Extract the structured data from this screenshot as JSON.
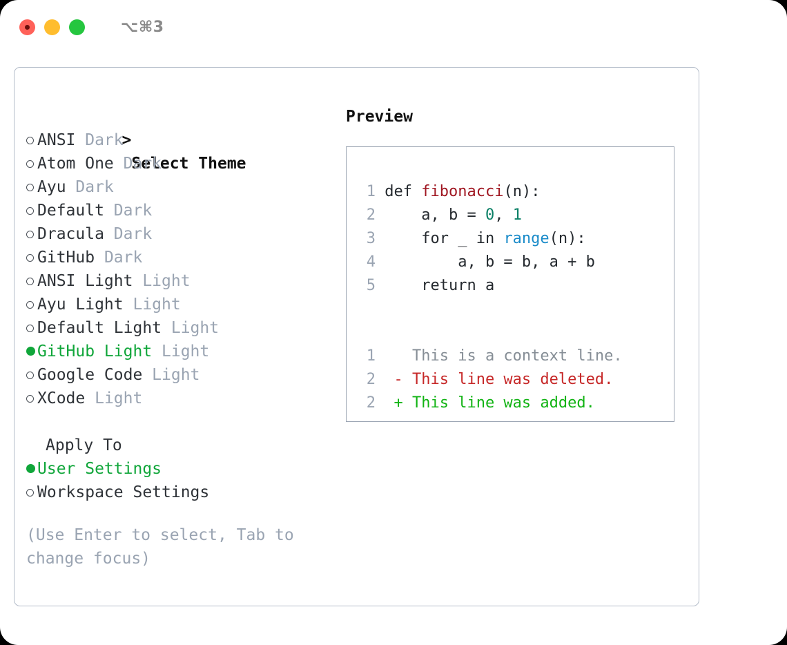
{
  "titlebar": {
    "shortcut": "⌥⌘3",
    "lights": [
      "close-red",
      "minimize-yellow",
      "zoom-green"
    ]
  },
  "colors": {
    "accent_green": "#10a63a",
    "muted": "#9aa4b2",
    "text": "#2f3338",
    "border": "#b3bcc9",
    "preview_border": "#9aa4b2",
    "syntax_function": "#a01722",
    "syntax_number": "#0b8066",
    "syntax_keyword": "#1a8bc9",
    "diff_added": "#11b313",
    "diff_deleted": "#c62828",
    "diff_context": "#868e96"
  },
  "theme_list": {
    "caret": ">",
    "header": "Select Theme",
    "items": [
      {
        "name": "ANSI",
        "variant": "Dark",
        "selected": false
      },
      {
        "name": "Atom One",
        "variant": "Dark",
        "selected": false
      },
      {
        "name": "Ayu",
        "variant": "Dark",
        "selected": false
      },
      {
        "name": "Default",
        "variant": "Dark",
        "selected": false
      },
      {
        "name": "Dracula",
        "variant": "Dark",
        "selected": false
      },
      {
        "name": "GitHub",
        "variant": "Dark",
        "selected": false
      },
      {
        "name": "ANSI Light",
        "variant": "Light",
        "selected": false
      },
      {
        "name": "Ayu Light",
        "variant": "Light",
        "selected": false
      },
      {
        "name": "Default Light",
        "variant": "Light",
        "selected": false
      },
      {
        "name": "GitHub Light",
        "variant": "Light",
        "selected": true
      },
      {
        "name": "Google Code",
        "variant": "Light",
        "selected": false
      },
      {
        "name": "XCode",
        "variant": "Light",
        "selected": false
      }
    ]
  },
  "apply_to": {
    "header": "Apply To",
    "items": [
      {
        "name": "User Settings",
        "selected": true
      },
      {
        "name": "Workspace Settings",
        "selected": false
      }
    ]
  },
  "hint": "(Use Enter to select, Tab to change focus)",
  "preview": {
    "title": "Preview",
    "code_lines": [
      {
        "lno": "1",
        "tokens": [
          {
            "t": "def ",
            "k": "plain"
          },
          {
            "t": "fibonacci",
            "k": "fn"
          },
          {
            "t": "(n):",
            "k": "plain"
          }
        ]
      },
      {
        "lno": "2",
        "tokens": [
          {
            "t": "    a, b = ",
            "k": "plain"
          },
          {
            "t": "0",
            "k": "num"
          },
          {
            "t": ", ",
            "k": "plain"
          },
          {
            "t": "1",
            "k": "num"
          }
        ]
      },
      {
        "lno": "3",
        "tokens": [
          {
            "t": "    for _ in ",
            "k": "plain"
          },
          {
            "t": "range",
            "k": "kw"
          },
          {
            "t": "(n):",
            "k": "plain"
          }
        ]
      },
      {
        "lno": "4",
        "tokens": [
          {
            "t": "        a, b = b, a + b",
            "k": "plain"
          }
        ]
      },
      {
        "lno": "5",
        "tokens": [
          {
            "t": "    return a",
            "k": "plain"
          }
        ]
      }
    ],
    "diff_lines": [
      {
        "lno": "1",
        "marker": " ",
        "text": "This is a context line.",
        "kind": "ctx"
      },
      {
        "lno": "2",
        "marker": "-",
        "text": "This line was deleted.",
        "kind": "del"
      },
      {
        "lno": "2",
        "marker": "+",
        "text": "This line was added.",
        "kind": "add"
      }
    ]
  }
}
